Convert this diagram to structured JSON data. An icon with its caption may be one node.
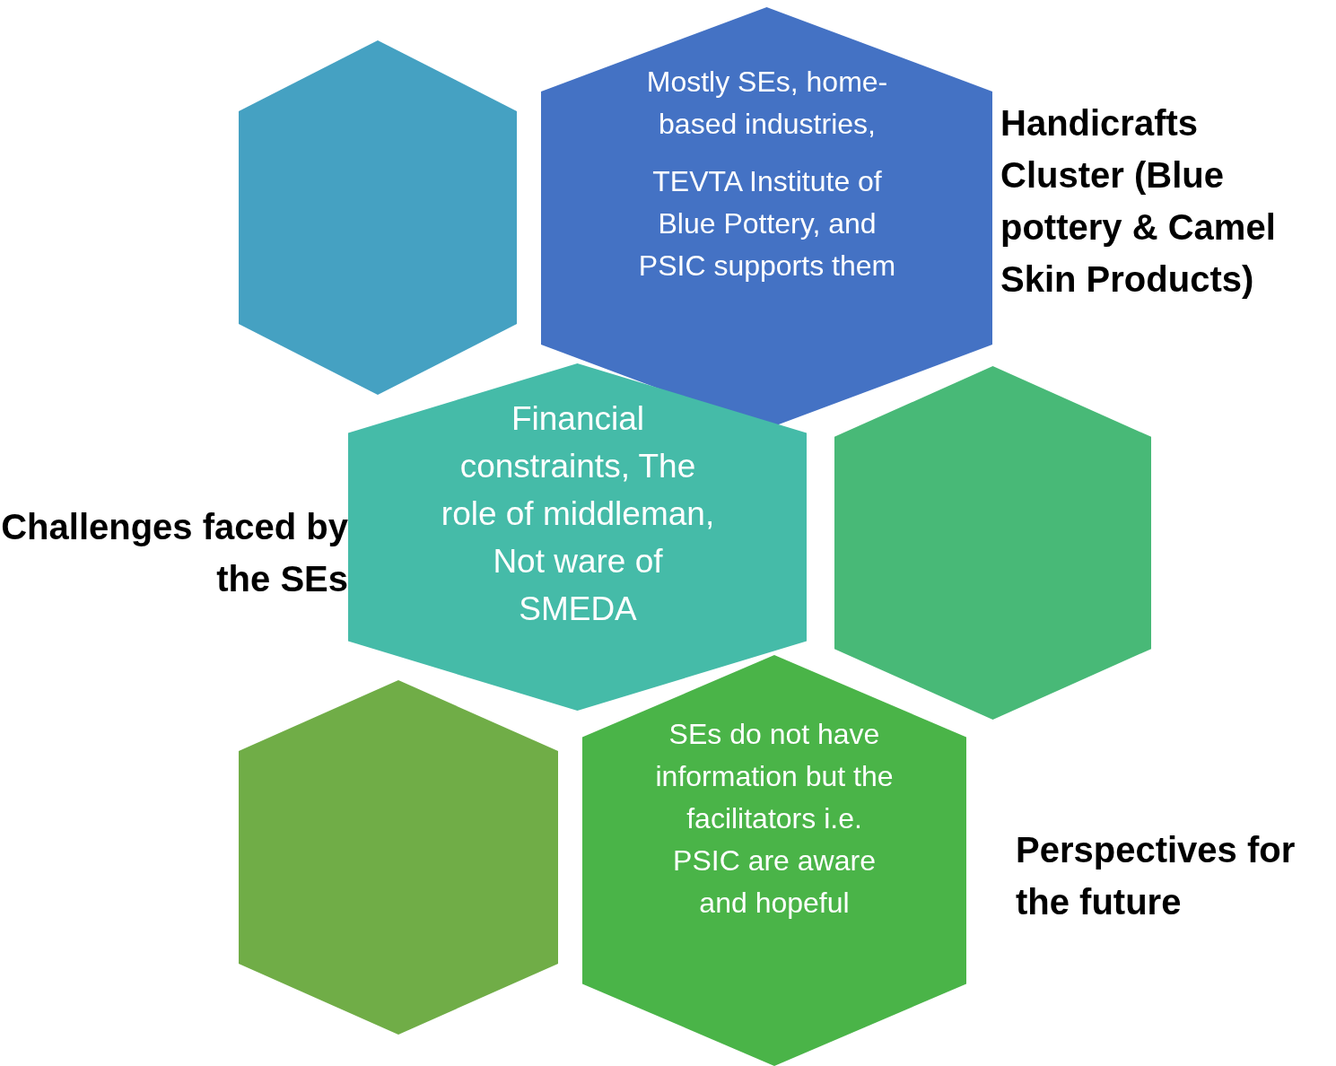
{
  "diagram": {
    "nodes": [
      {
        "text": [],
        "shape": "hexagon"
      },
      {
        "text": [
          "Mostly SEs, home-based industries,",
          "TEVTA Institute of Blue Pottery, and PSIC supports them"
        ],
        "beside": [
          "Handicrafts Cluster (Blue pottery & Camel Skin Products)"
        ]
      },
      {
        "text": [
          "Financial constraints, The role of middleman, Not ware of SMEDA"
        ],
        "beside": [
          "Challenges faced by the SEs"
        ]
      },
      {
        "text": [],
        "shape": "hexagon"
      },
      {
        "text": [],
        "shape": "hexagon"
      },
      {
        "text": [
          "SEs do not have information but the facilitators i.e. PSIC are aware and hopeful"
        ],
        "beside": [
          "Perspectives for the future"
        ]
      }
    ]
  }
}
